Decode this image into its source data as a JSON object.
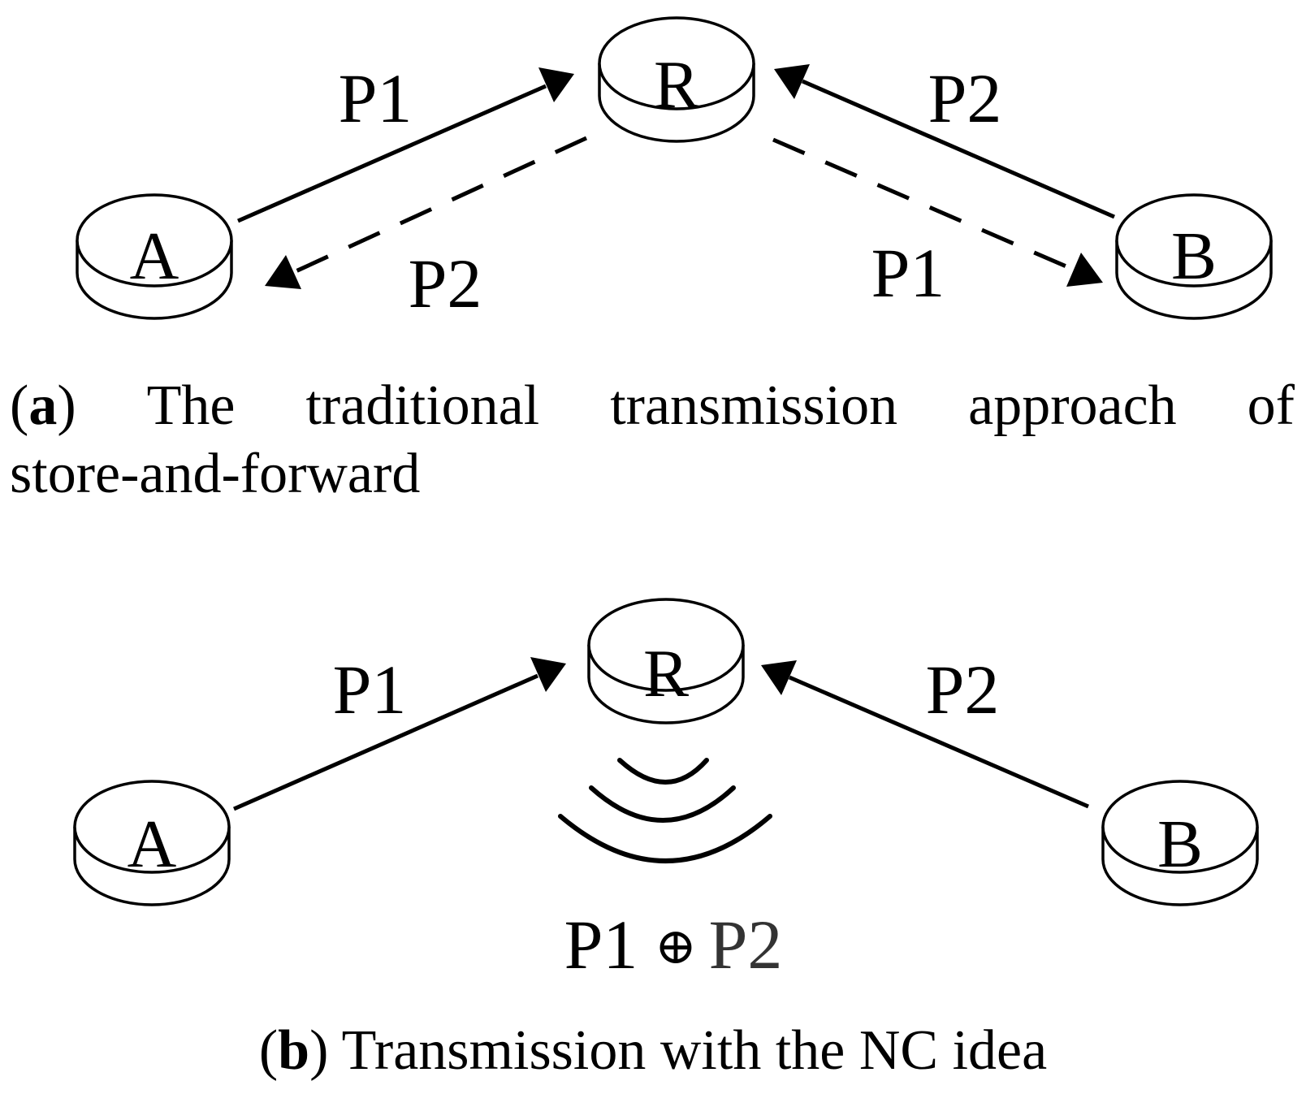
{
  "panel_a": {
    "nodes": {
      "relay": "R",
      "left": "A",
      "right": "B"
    },
    "edge_labels": {
      "a_to_r": "P1",
      "b_to_r": "P2",
      "r_to_a": "P2",
      "r_to_b": "P1"
    },
    "caption": {
      "letter": "a",
      "words_line1": [
        "The",
        "traditional",
        "transmission",
        "approach",
        "of"
      ],
      "line2": "store-and-forward"
    }
  },
  "panel_b": {
    "nodes": {
      "relay": "R",
      "left": "A",
      "right": "B"
    },
    "edge_labels": {
      "a_to_r": "P1",
      "b_to_r": "P2"
    },
    "broadcast_label": {
      "left": "P1",
      "operator": "⊕",
      "right": "P2"
    },
    "caption": {
      "letter": "b",
      "text": "Transmission with the NC idea"
    }
  },
  "colors": {
    "stroke": "#000000",
    "node_fill": "#ffffff",
    "background": "#ffffff"
  }
}
